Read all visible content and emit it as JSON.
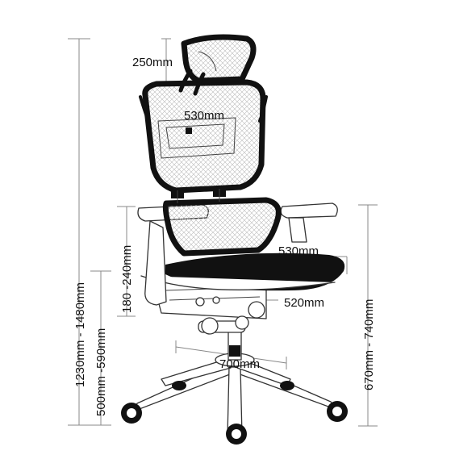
{
  "diagram": {
    "labels": {
      "headrest_height": "250mm",
      "backrest_width": "530mm",
      "seat_depth": "530mm",
      "seat_width": "520mm",
      "base_diameter": "700mm",
      "total_height": "1230mm - 1480mm",
      "armrest_adjust": "180 -240mm",
      "seat_height": "500mm -590mm",
      "armrest_height": "670mm - 740mm"
    },
    "colors": {
      "frame": "#111111",
      "outline": "#333333",
      "dimension": "#888888",
      "mesh": "#bbbbbb"
    }
  }
}
